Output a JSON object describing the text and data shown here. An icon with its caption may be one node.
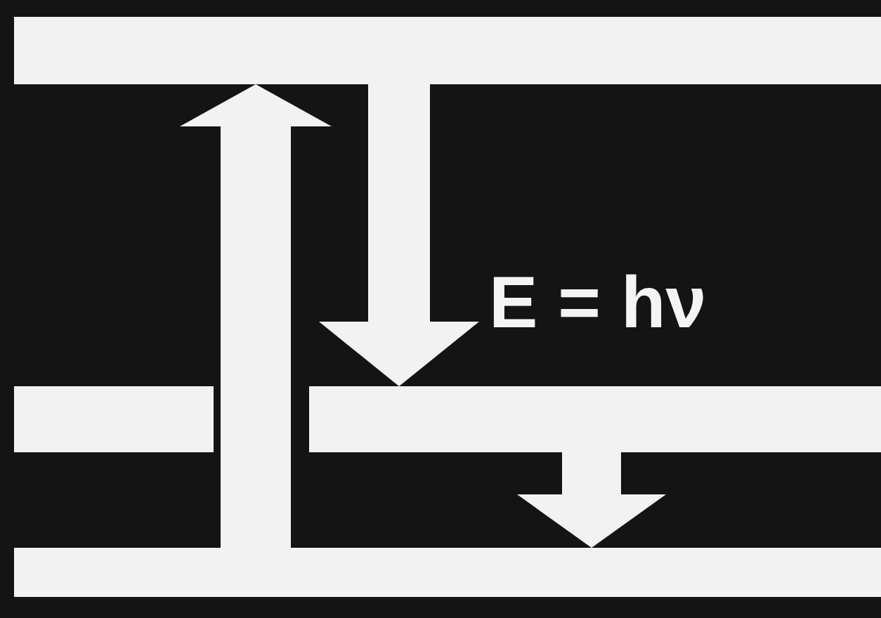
{
  "diagram": {
    "nodes": [
      {
        "text": [],
        "shape": "bar"
      },
      {
        "text": [],
        "shape": "bar"
      },
      {
        "text": [],
        "shape": "bar"
      }
    ],
    "edges": [
      {
        "from": 2,
        "to": 0,
        "arrow": "to"
      },
      {
        "from": 0,
        "to": 1,
        "arrow": "to"
      },
      {
        "from": 1,
        "to": 2,
        "arrow": "to"
      }
    ],
    "labels": [
      "E = hν"
    ]
  }
}
